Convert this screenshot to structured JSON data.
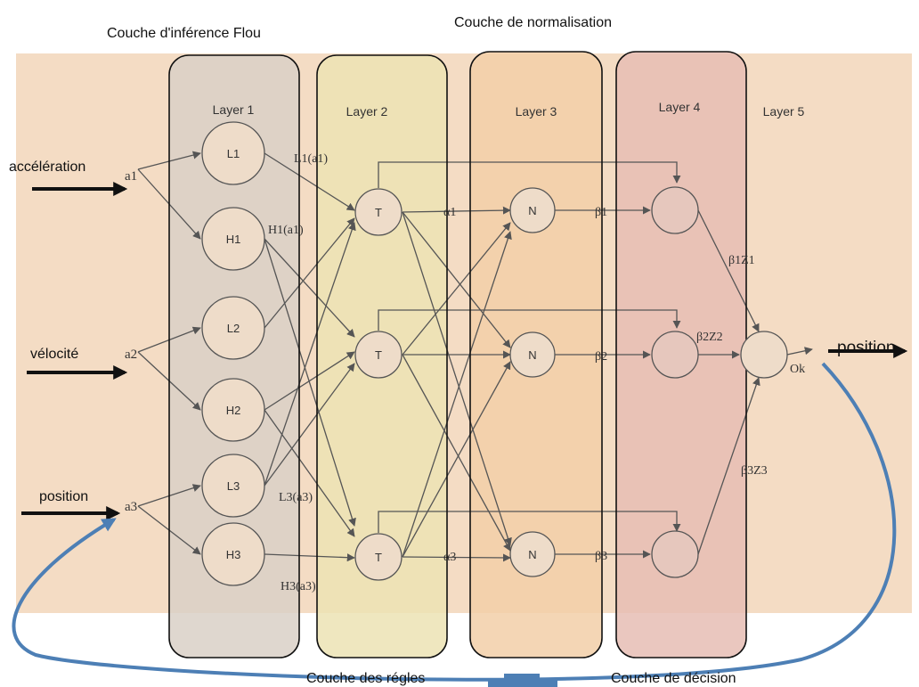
{
  "headings": {
    "fuzzy_inference": "Couche d'inférence Flou",
    "normalization": "Couche de normalisation",
    "rules": "Couche des régles",
    "decision": "Couche de décision"
  },
  "layers": [
    "Layer 1",
    "Layer 2",
    "Layer 3",
    "Layer 4",
    "Layer 5"
  ],
  "inputs": [
    {
      "label": "accélération",
      "var": "a1"
    },
    {
      "label": "vélocité",
      "var": "a2"
    },
    {
      "label": "position",
      "var": "a3"
    }
  ],
  "membership_nodes": [
    "L1",
    "H1",
    "L2",
    "H2",
    "L3",
    "H3"
  ],
  "membership_outputs": [
    "L1(a1)",
    "H1(a1)",
    "L3(a3)",
    "H3(a3)"
  ],
  "rule_nodes": [
    "T",
    "T",
    "T"
  ],
  "rule_outputs": [
    "α1",
    "α3"
  ],
  "norm_nodes": [
    "N",
    "N",
    "N"
  ],
  "norm_outputs": [
    "β1",
    "β2",
    "β3"
  ],
  "decision_outputs": [
    "β1Z1",
    "β2Z2",
    "β3Z3"
  ],
  "output": {
    "node_label": "Ok",
    "label": "position"
  },
  "colors": {
    "background_band": "#f4dcc4",
    "layer1_fill": "#d9d0c7",
    "layer2_fill": "#ece3b4",
    "layer3_fill": "#f2cfa8",
    "layer4_fill": "#e6bdb4",
    "node_fill": "#eedcc9",
    "feedback_arrow": "#4d7fb5"
  }
}
